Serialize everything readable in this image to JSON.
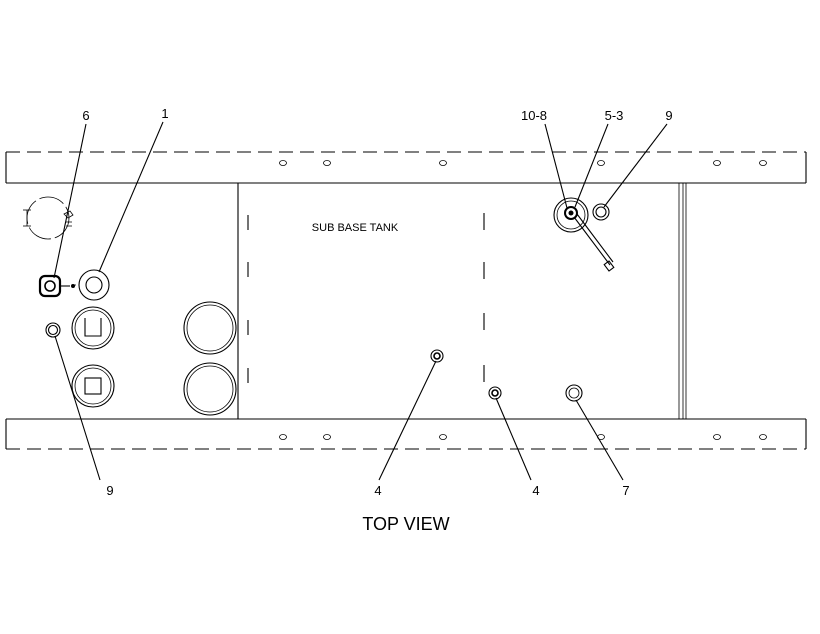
{
  "diagram": {
    "view_title": "TOP VIEW",
    "tank_label": "SUB BASE TANK",
    "callouts": {
      "c6": "6",
      "c1": "1",
      "c10_8": "10-8",
      "c5_3": "5-3",
      "c9_top": "9",
      "c9_left": "9",
      "c4_a": "4",
      "c4_b": "4",
      "c7": "7"
    }
  }
}
